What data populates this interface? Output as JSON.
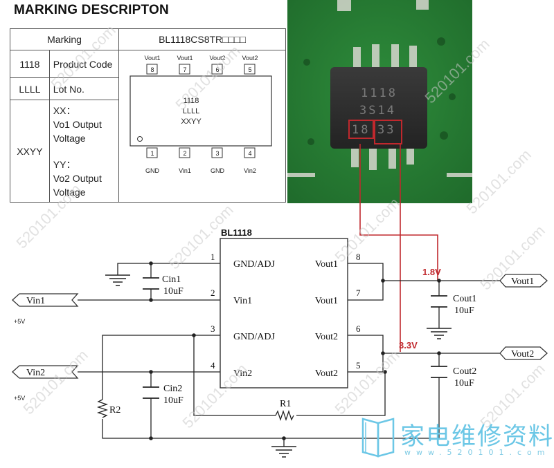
{
  "heading": "MARKING DESCRIPTON",
  "marking_table": {
    "header_left": "Marking",
    "header_right": "BL1118CS8TR□□□□",
    "rows": [
      {
        "code": "1118",
        "desc": "Product Code"
      },
      {
        "code": "LLLL",
        "desc": "Lot No."
      },
      {
        "code": "XXYY",
        "desc_lines": [
          "XX：",
          "Vo1 Output",
          "Voltage",
          "YY：",
          "Vo2 Output",
          "Voltage"
        ]
      }
    ]
  },
  "package": {
    "top_pins": [
      {
        "num": "8",
        "name": "Vout1"
      },
      {
        "num": "7",
        "name": "Vout1"
      },
      {
        "num": "6",
        "name": "Vout2"
      },
      {
        "num": "5",
        "name": "Vout2"
      }
    ],
    "bottom_pins": [
      {
        "num": "1",
        "name": "GND"
      },
      {
        "num": "2",
        "name": "Vin1"
      },
      {
        "num": "3",
        "name": "GND"
      },
      {
        "num": "4",
        "name": "Vin2"
      }
    ],
    "marking_lines": [
      "1118",
      "LLLL",
      "XXYY"
    ]
  },
  "photo": {
    "chip_lines": [
      "1118",
      "3S14",
      "1833"
    ],
    "highlight_left": "18",
    "highlight_right": "33"
  },
  "schematic": {
    "ic_name": "BL1118",
    "left_pins": [
      {
        "num": "1",
        "label": "GND/ADJ"
      },
      {
        "num": "2",
        "label": "Vin1"
      },
      {
        "num": "3",
        "label": "GND/ADJ"
      },
      {
        "num": "4",
        "label": "Vin2"
      }
    ],
    "right_pins": [
      {
        "num": "8",
        "label": "Vout1"
      },
      {
        "num": "7",
        "label": "Vout1"
      },
      {
        "num": "6",
        "label": "Vout2"
      },
      {
        "num": "5",
        "label": "Vout2"
      }
    ],
    "ports": {
      "vin1": "Vin1",
      "vin2": "Vin2",
      "vout1": "Vout1",
      "vout2": "Vout2"
    },
    "plus5v_1": "+5V",
    "plus5v_2": "+5V",
    "components": {
      "cin1_name": "Cin1",
      "cin1_value": "10uF",
      "cin2_name": "Cin2",
      "cin2_value": "10uF",
      "cout1_name": "Cout1",
      "cout1_value": "10uF",
      "cout2_name": "Cout2",
      "cout2_value": "10uF",
      "r1": "R1",
      "r2": "R2"
    },
    "voltage_1": "1.8V",
    "voltage_2": "3.3V"
  },
  "watermark": "520101.com",
  "logo": {
    "text": "家电维修资料网",
    "url": "www.520101.com"
  },
  "colors": {
    "annotation": "#c0282d",
    "logo": "#6cc7e6",
    "pcb": "#2f8a3a"
  }
}
